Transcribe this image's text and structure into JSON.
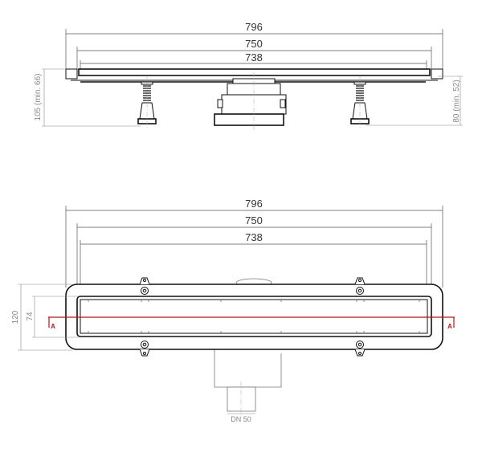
{
  "top_view": {
    "dims": {
      "overall": "796",
      "channel": "750",
      "grate": "738"
    },
    "height_left": "105 (min. 66)",
    "height_right": "80 (min. 52)"
  },
  "plan_view": {
    "dims": {
      "overall": "796",
      "channel": "750",
      "grate": "738"
    },
    "width_outer": "120",
    "width_inner": "74",
    "section_left": "A",
    "section_right": "A",
    "outlet": "DN 50"
  },
  "colors": {
    "section_line": "#b01818",
    "lines": "#111111",
    "dimensions": "#555555"
  }
}
